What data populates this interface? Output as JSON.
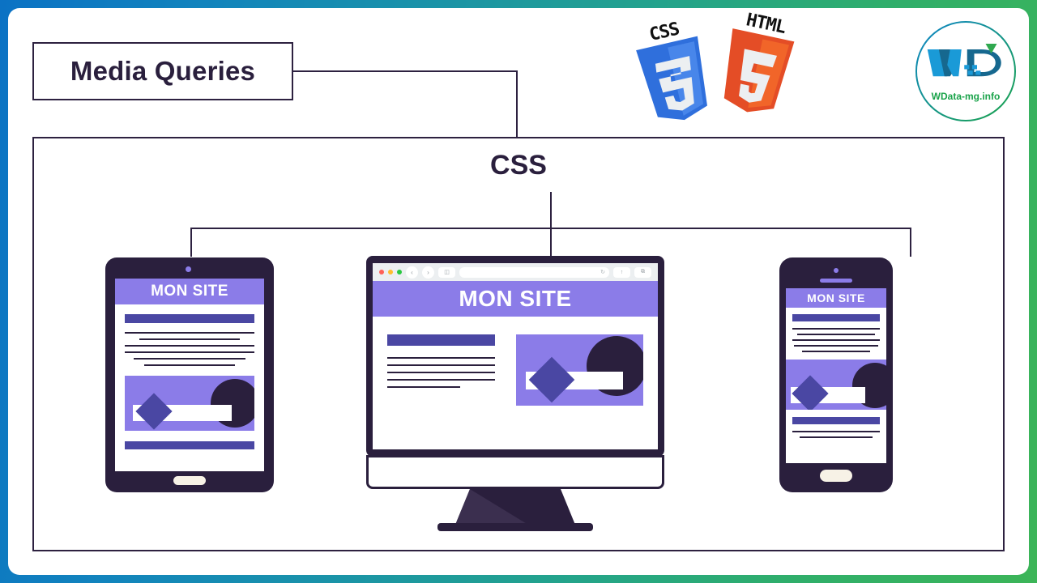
{
  "theme": {
    "border_gradient_start": "#0b72c4",
    "border_gradient_end": "#3cb558",
    "ink": "#2a1f3d",
    "purple_light": "#8b7ce8",
    "purple_dark": "#4a47a3",
    "cream": "#f7f2e6"
  },
  "diagram": {
    "media_queries_label": "Media Queries",
    "css_label": "CSS"
  },
  "badges": [
    {
      "name": "css3-badge",
      "caption": "CSS",
      "numeral": "3",
      "color": "#2f6fdc"
    },
    {
      "name": "html5-badge",
      "caption": "HTML",
      "numeral": "5",
      "color": "#e44d26"
    }
  ],
  "logo": {
    "name": "wdata-logo",
    "text": "WData-mg.info",
    "mark": "WD",
    "ring_start": "#0f86c8",
    "ring_end": "#1aa34a"
  },
  "devices": [
    {
      "type": "tablet",
      "name": "tablet-device",
      "site_title": "MON SITE",
      "content": {
        "heading_bar": true,
        "text_lines": [
          100,
          78,
          100,
          100,
          86,
          70
        ],
        "image_block": true,
        "footer_bar": true
      }
    },
    {
      "type": "desktop",
      "name": "desktop-device",
      "site_title": "MON SITE",
      "browser": {
        "traffic_lights": [
          "red",
          "yellow",
          "green"
        ],
        "back_icon": "‹",
        "forward_icon": "›",
        "sidebar_icon": "◫",
        "url_value": "",
        "url_placeholder": "",
        "reload_icon": "↻",
        "share_icon": "↑",
        "tabs_icon": "⧉"
      },
      "content": {
        "heading_bar": true,
        "text_lines": [
          100,
          100,
          100,
          100,
          68
        ],
        "image_block": true
      }
    },
    {
      "type": "phone",
      "name": "phone-device",
      "site_title": "MON SITE",
      "content": {
        "heading_bar": true,
        "text_lines": [
          100,
          88,
          100,
          96,
          78
        ],
        "image_block": true,
        "lower_heading_bar": true,
        "lower_text_lines": [
          100,
          84
        ]
      }
    }
  ]
}
